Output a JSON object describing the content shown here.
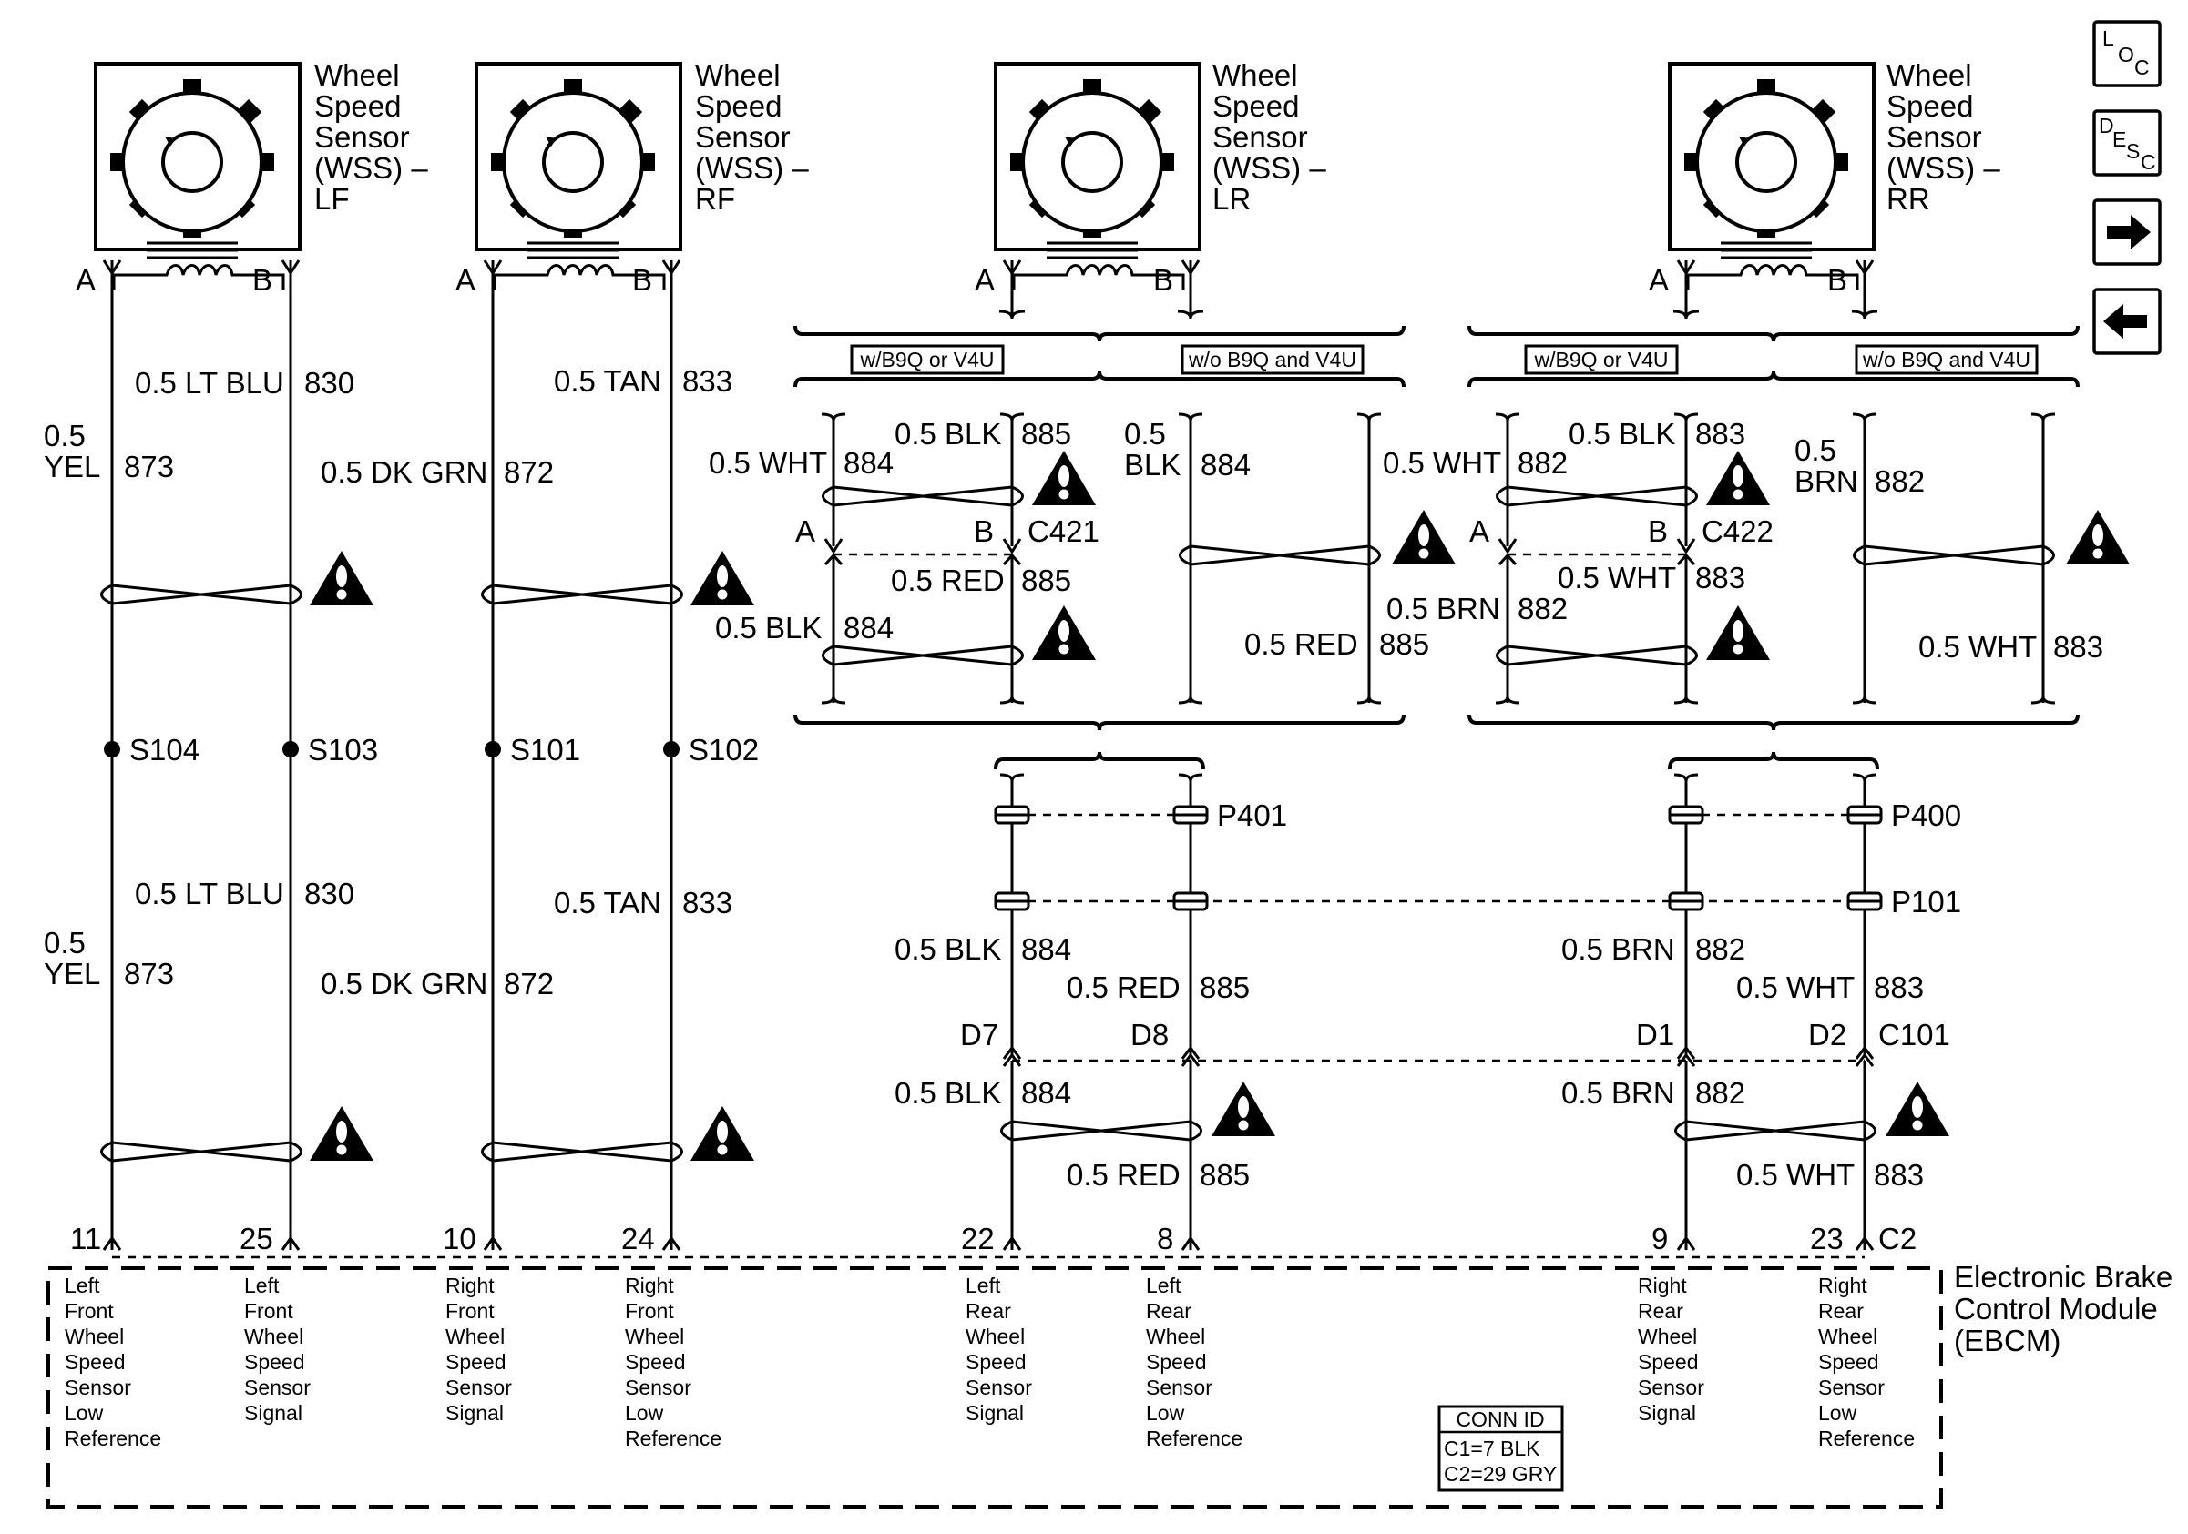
{
  "sensors": {
    "lf": {
      "l1": "Wheel",
      "l2": "Speed",
      "l3": "Sensor",
      "l4": "(WSS) –",
      "l5": "LF"
    },
    "rf": {
      "l1": "Wheel",
      "l2": "Speed",
      "l3": "Sensor",
      "l4": "(WSS) –",
      "l5": "RF"
    },
    "lr": {
      "l1": "Wheel",
      "l2": "Speed",
      "l3": "Sensor",
      "l4": "(WSS) –",
      "l5": "LR"
    },
    "rr": {
      "l1": "Wheel",
      "l2": "Speed",
      "l3": "Sensor",
      "l4": "(WSS) –",
      "l5": "RR"
    }
  },
  "pins": {
    "a": "A",
    "b": "B"
  },
  "options": {
    "with": "w/B9Q or V4U",
    "without": "w/o B9Q and V4U"
  },
  "wires": {
    "ltblu": "0.5 LT BLU",
    "c830": "830",
    "yel_a": "0.5",
    "yel_b": "YEL",
    "c873": "873",
    "dkgrn": "0.5 DK GRN",
    "c872": "872",
    "tan": "0.5 TAN",
    "c833": "833",
    "blk": "0.5 BLK",
    "c884": "884",
    "blk_a": "0.5",
    "blk_b": "BLK",
    "red": "0.5 RED",
    "c885": "885",
    "wht": "0.5 WHT",
    "c883": "883",
    "brn": "0.5 BRN",
    "c882": "882",
    "brn_a": "0.5",
    "brn_b": "BRN"
  },
  "splices": {
    "s104": "S104",
    "s103": "S103",
    "s101": "S101",
    "s102": "S102"
  },
  "connectors": {
    "c421": "C421",
    "c422": "C422",
    "p401": "P401",
    "p400": "P400",
    "p101": "P101",
    "c101": "C101",
    "c2": "C2"
  },
  "cavities": {
    "d7": "D7",
    "d8": "D8",
    "d1": "D1",
    "d2": "D2"
  },
  "module_pins": {
    "p11": "11",
    "p25": "25",
    "p10": "10",
    "p24": "24",
    "p22": "22",
    "p8": "8",
    "p9": "9",
    "p23": "23"
  },
  "module": {
    "l1": "Electronic Brake",
    "l2": "Control Module",
    "l3": "(EBCM)"
  },
  "module_labels": {
    "lf_low": [
      "Left",
      "Front",
      "Wheel",
      "Speed",
      "Sensor",
      "Low",
      "Reference"
    ],
    "lf_sig": [
      "Left",
      "Front",
      "Wheel",
      "Speed",
      "Sensor",
      "Signal"
    ],
    "rf_sig": [
      "Right",
      "Front",
      "Wheel",
      "Speed",
      "Sensor",
      "Signal"
    ],
    "rf_low": [
      "Right",
      "Front",
      "Wheel",
      "Speed",
      "Sensor",
      "Low",
      "Reference"
    ],
    "lr_sig": [
      "Left",
      "Rear",
      "Wheel",
      "Speed",
      "Sensor",
      "Signal"
    ],
    "lr_low": [
      "Left",
      "Rear",
      "Wheel",
      "Speed",
      "Sensor",
      "Low",
      "Reference"
    ],
    "rr_sig": [
      "Right",
      "Rear",
      "Wheel",
      "Speed",
      "Sensor",
      "Signal"
    ],
    "rr_low": [
      "Right",
      "Rear",
      "Wheel",
      "Speed",
      "Sensor",
      "Low",
      "Reference"
    ]
  },
  "conn_id": {
    "title": "CONN ID",
    "c1": "C1=7 BLK",
    "c2": "C2=29 GRY"
  },
  "nav": {
    "loc": {
      "a": "L",
      "b": "O",
      "c": "C"
    },
    "desc": {
      "a": "D",
      "b": "E",
      "c": "S",
      "d": "C"
    }
  },
  "icons": [
    "sensor-tone-wheel-icon",
    "coil-icon",
    "twisted-pair-icon",
    "warning-icon",
    "splice-icon",
    "connector-icon",
    "forward-arrow-icon",
    "back-arrow-icon"
  ]
}
